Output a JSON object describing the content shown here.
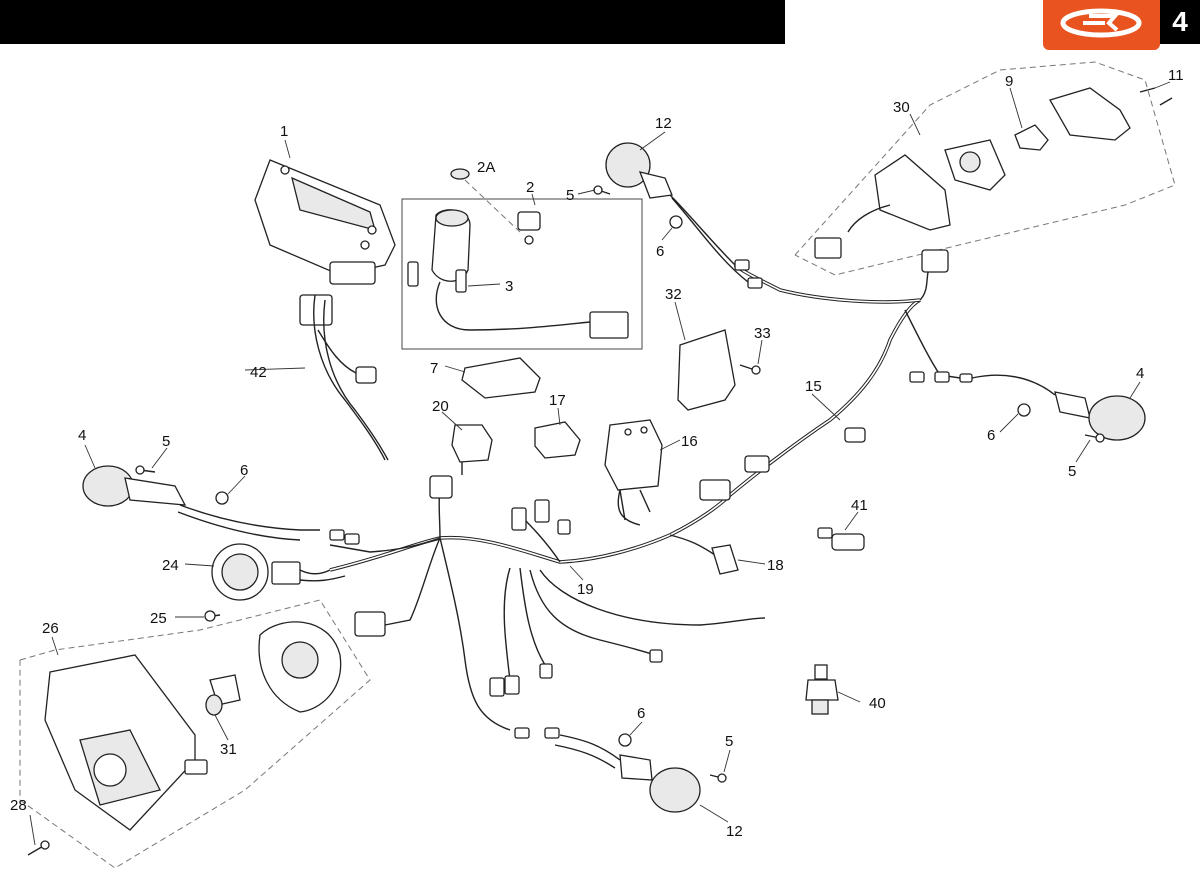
{
  "header": {
    "page_number": "4",
    "brand_logo": "R-logo"
  },
  "callouts": {
    "c1": "1",
    "c2": "2",
    "c2a": "2A",
    "c3": "3",
    "c4_left": "4",
    "c4_right": "4",
    "c5_left": "5",
    "c5_top": "5",
    "c5_right": "5",
    "c5_bottom": "5",
    "c6_left": "6",
    "c6_top": "6",
    "c6_right": "6",
    "c6_bottom": "6",
    "c7": "7",
    "c9": "9",
    "c11": "11",
    "c12_top": "12",
    "c12_bottom": "12",
    "c15": "15",
    "c16": "16",
    "c17": "17",
    "c18": "18",
    "c19": "19",
    "c20": "20",
    "c24": "24",
    "c25": "25",
    "c26": "26",
    "c28": "28",
    "c30": "30",
    "c31": "31",
    "c32": "32",
    "c33": "33",
    "c40": "40",
    "c41": "41",
    "c42": "42"
  },
  "icons": {
    "brand": "brand-logo-icon",
    "dashboard": "dashboard-icon",
    "turn_signal": "turn-signal-icon"
  },
  "colors": {
    "brand": "#e8531f",
    "bar": "#000000",
    "line": "#222222"
  }
}
